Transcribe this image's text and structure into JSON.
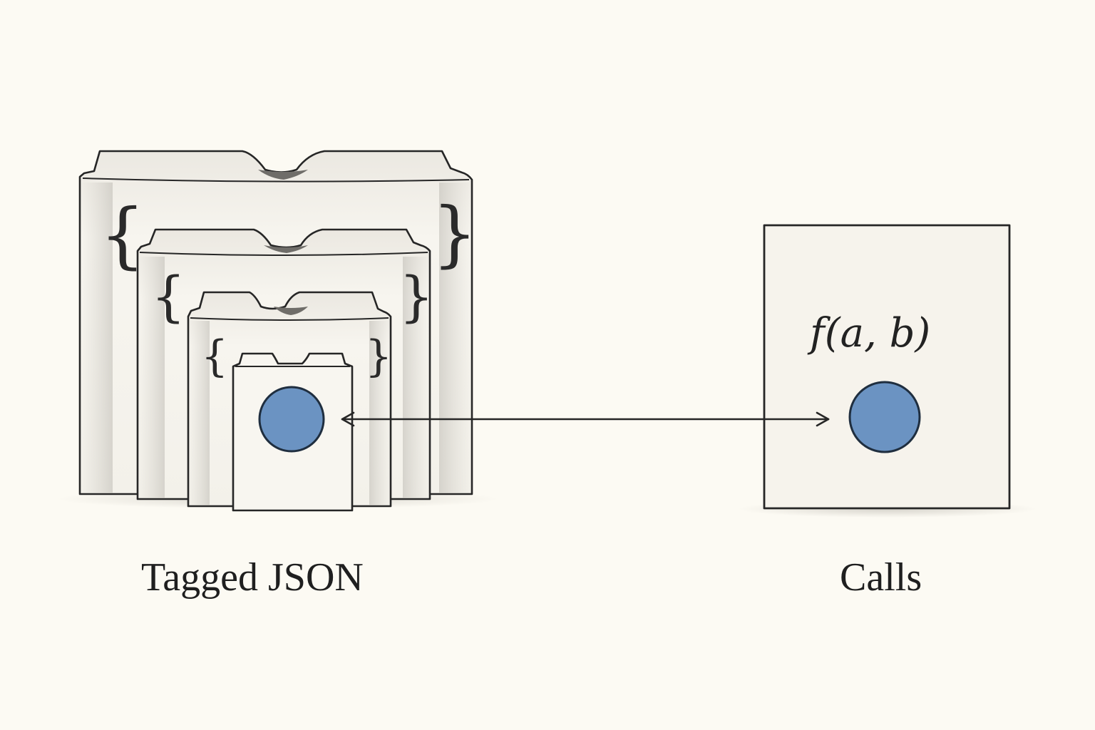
{
  "labels": {
    "left_caption": "Tagged JSON",
    "right_caption": "Calls",
    "function_call": "f(a, b)",
    "brace_open": "{",
    "brace_close": "}"
  },
  "colors": {
    "background": "#fcfaf3",
    "paper": "#f6f3ec",
    "stroke": "#262626",
    "dot": "#6b93c2",
    "dot_stroke": "#1f2e3f"
  },
  "icons": {
    "nested_folders": "folder-stack-icon",
    "value_dot": "circle-icon",
    "link_arrow": "double-arrow-icon"
  }
}
